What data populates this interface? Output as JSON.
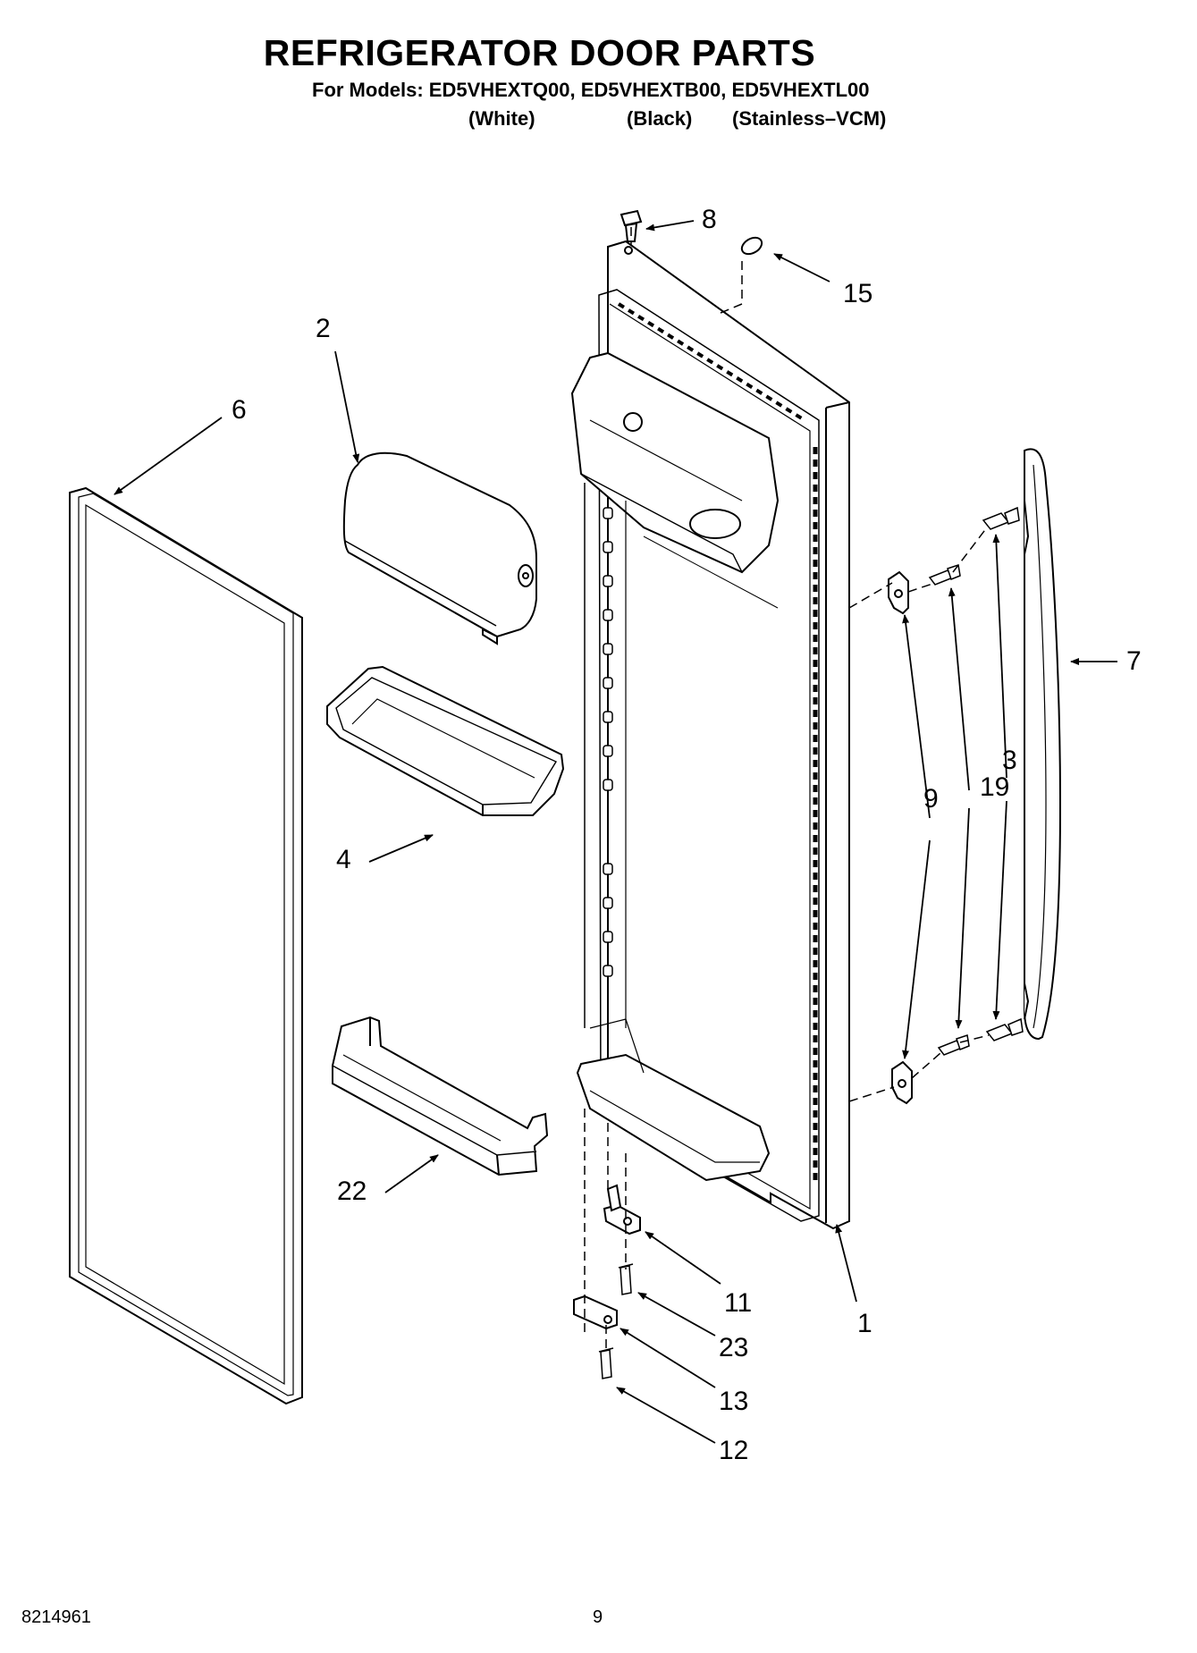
{
  "header": {
    "title": "REFRIGERATOR DOOR PARTS",
    "models_line": "For Models: ED5VHEXTQ00, ED5VHEXTB00, ED5VHEXTL00",
    "color_white": "(White)",
    "color_black": "(Black)",
    "color_stainless": "(Stainless–VCM)"
  },
  "callouts": {
    "c1": "1",
    "c2": "2",
    "c3": "3",
    "c4": "4",
    "c6": "6",
    "c7": "7",
    "c8": "8",
    "c9": "9",
    "c11": "11",
    "c12": "12",
    "c13": "13",
    "c15": "15",
    "c19": "19",
    "c22": "22",
    "c23": "23"
  },
  "footer": {
    "doc_number": "8214961",
    "page_number": "9"
  },
  "colors": {
    "line": "#000000",
    "background": "#ffffff"
  }
}
